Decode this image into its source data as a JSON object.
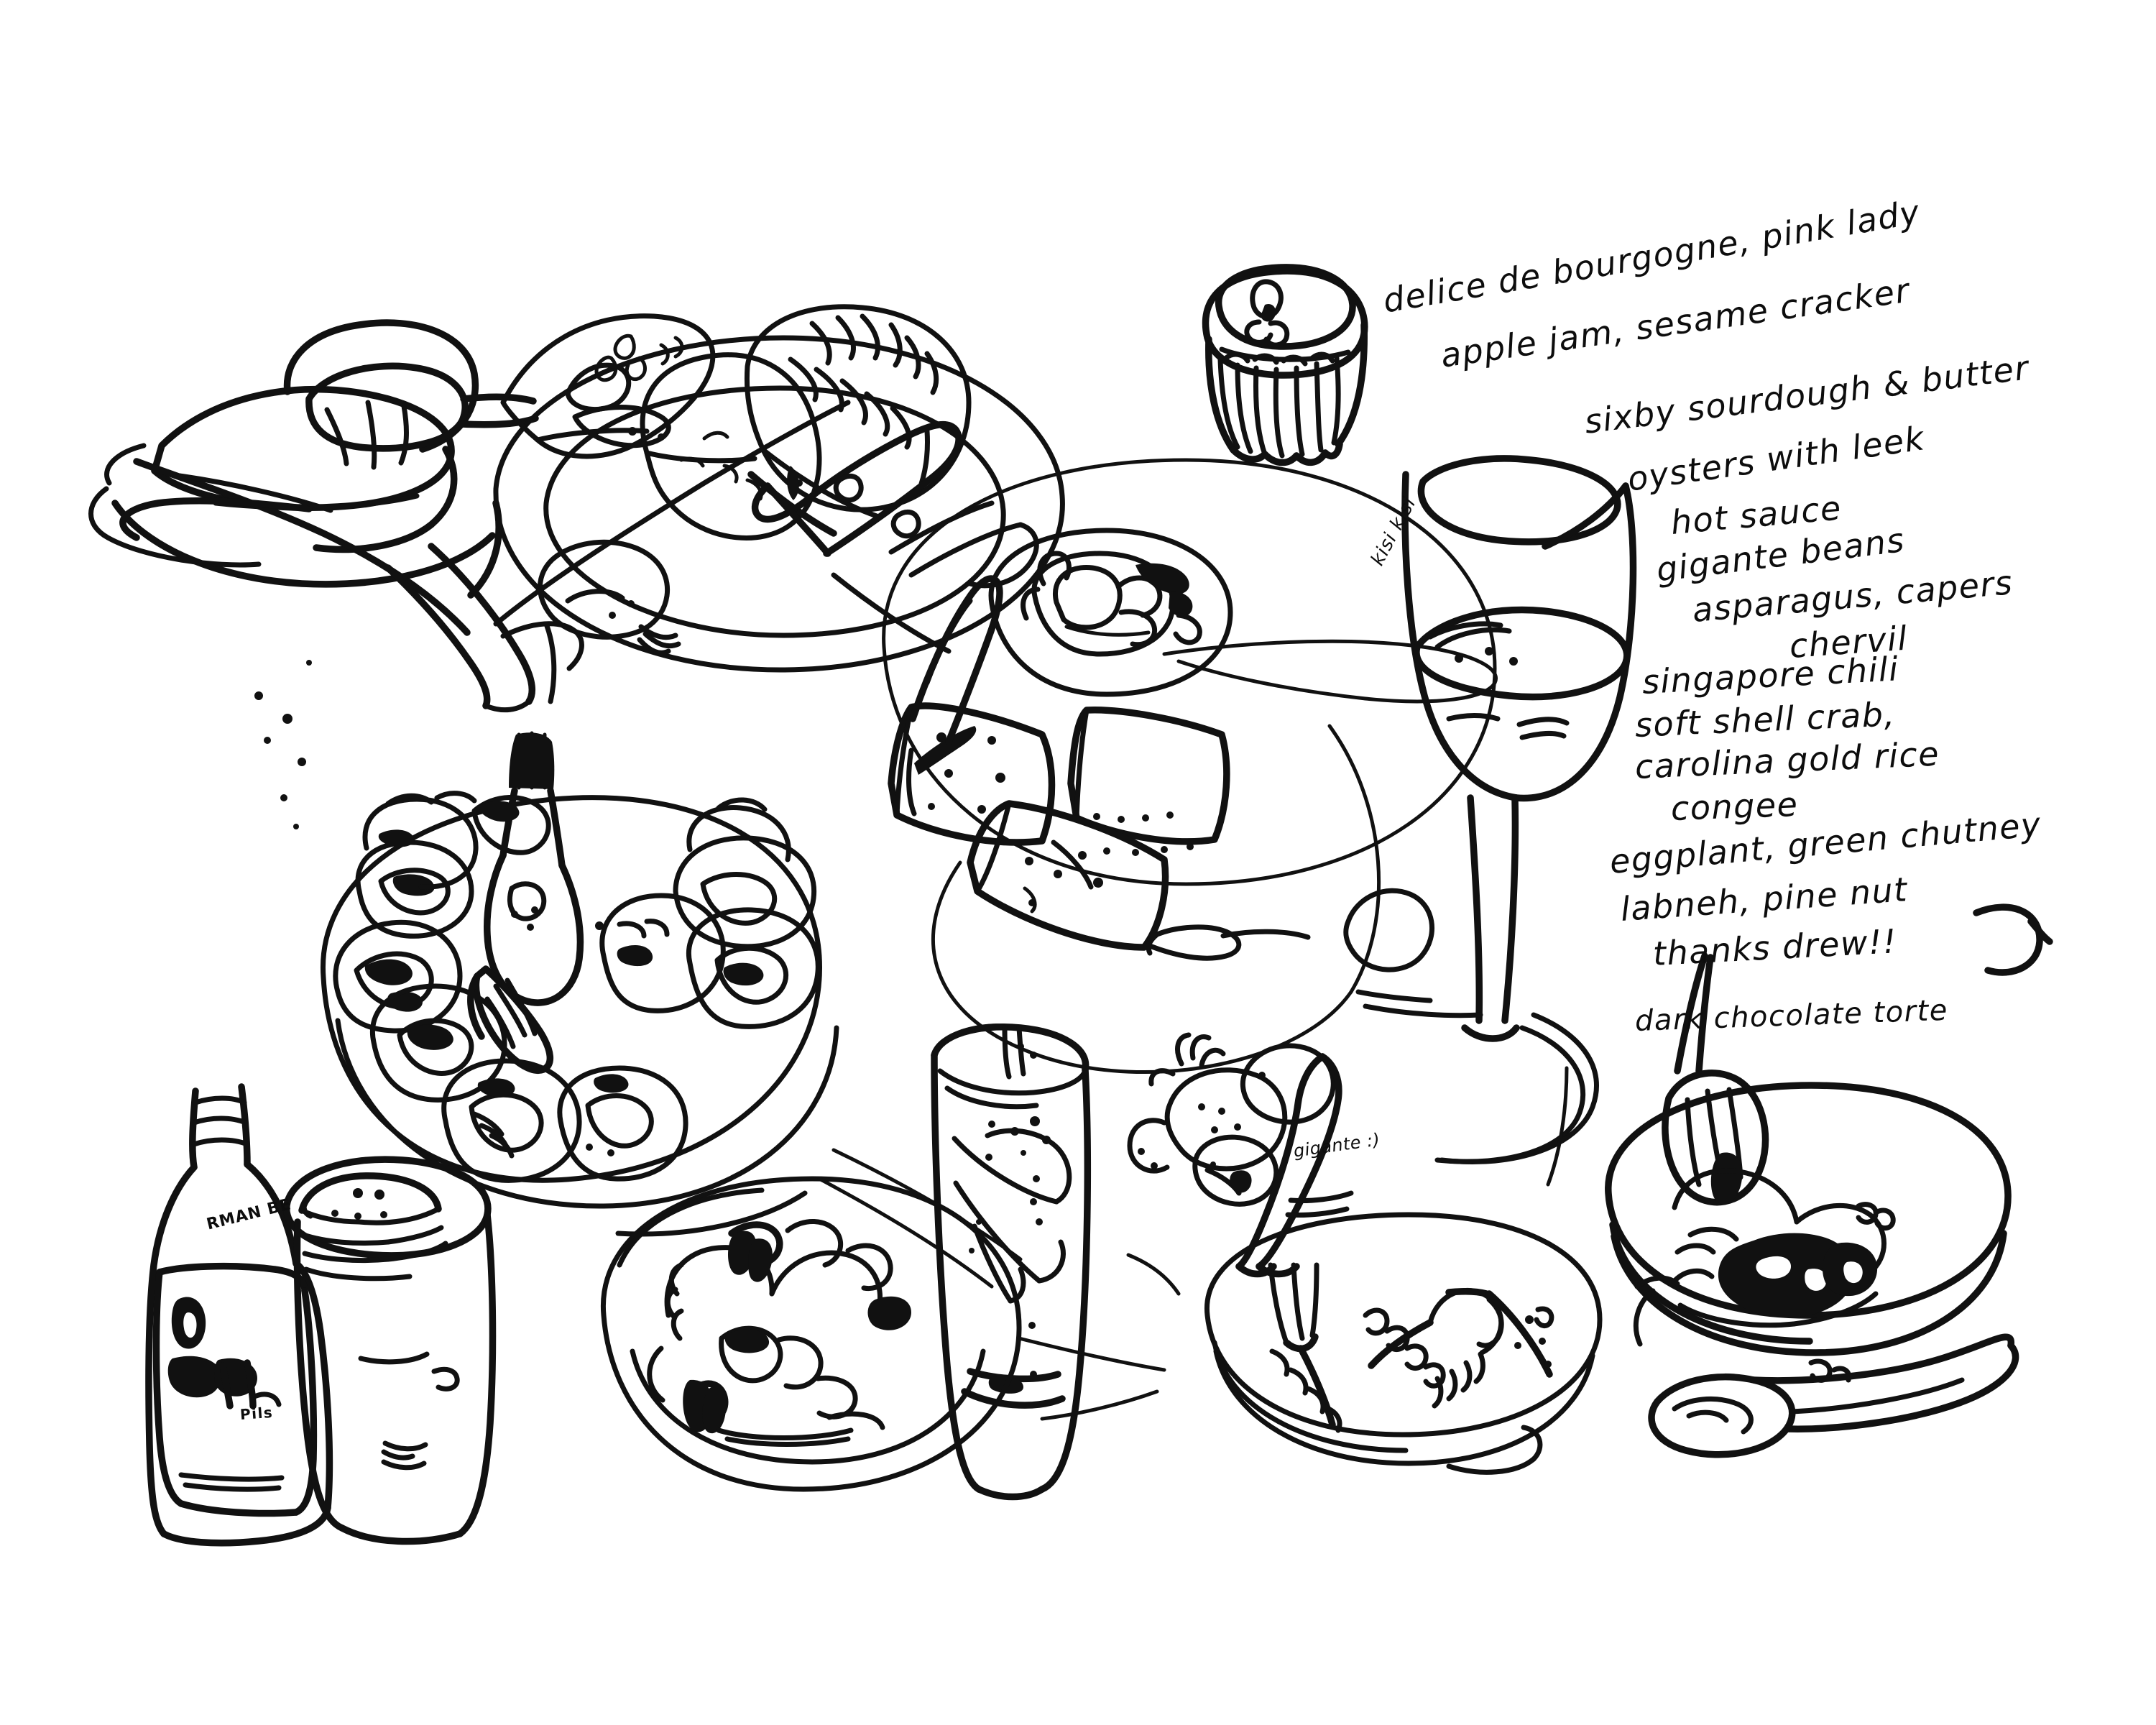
{
  "document": {
    "kind": "hand-drawn ink sketch of a tasting menu dinner",
    "background_color": "#ffffff",
    "ink_color": "#111111"
  },
  "menu": {
    "title_absent": "",
    "lines": [
      {
        "id": "line-1",
        "text": "delice de bourgogne, pink lady"
      },
      {
        "id": "line-2",
        "text": "apple jam, sesame cracker"
      },
      {
        "id": "line-3",
        "text": "sixby  sourdough & butter"
      },
      {
        "id": "line-4",
        "text": "oysters with leek"
      },
      {
        "id": "line-5",
        "text": "hot sauce"
      },
      {
        "id": "line-6",
        "text": "gigante beans"
      },
      {
        "id": "line-7",
        "text": "asparagus, capers"
      },
      {
        "id": "line-8",
        "text": "chervil"
      },
      {
        "id": "line-9",
        "text": "singapore chili"
      },
      {
        "id": "line-10",
        "text": "soft shell crab,"
      },
      {
        "id": "line-11",
        "text": "carolina gold rice"
      },
      {
        "id": "line-12",
        "text": "congee"
      },
      {
        "id": "line-13",
        "text": "eggplant, green chutney"
      },
      {
        "id": "line-14",
        "text": "labneh, pine nut"
      },
      {
        "id": "line-15",
        "text": "thanks drew!!"
      },
      {
        "id": "line-16",
        "text": "dark chocolate torte"
      }
    ]
  },
  "annotations": {
    "wine_glass_note": "kisi kisi",
    "beans_note": "gigante :)",
    "bottle_brand": "RMAN BE",
    "bottle_style": "Pils"
  },
  "scene": {
    "items": [
      {
        "id": "espresso-cup",
        "name": "espresso cup on saucer with spoon"
      },
      {
        "id": "cheese-plate",
        "name": "cheese plate with wedges, knife and apple jam"
      },
      {
        "id": "cracker-plate",
        "name": "plate of sesame crackers with small dish and knife"
      },
      {
        "id": "cupcake",
        "name": "cupcake with lit candle"
      },
      {
        "id": "wine-glass",
        "name": "large wine glass with white wine"
      },
      {
        "id": "oyster-platter",
        "name": "platter of oysters with lemon wedge and hot sauce bottle"
      },
      {
        "id": "beer-bottle",
        "name": "pilsner beer bottle"
      },
      {
        "id": "beer-glass",
        "name": "glass of beer with foam head"
      },
      {
        "id": "eggplant-plate",
        "name": "plate of eggplant with green chutney and labneh"
      },
      {
        "id": "water-tumbler",
        "name": "tall tumbler glass"
      },
      {
        "id": "gigante-plate",
        "name": "gigante beans with asparagus and capers"
      },
      {
        "id": "congee-bowl",
        "name": "congee bowl with soft shell crab and fork"
      },
      {
        "id": "torte-bowl",
        "name": "dark chocolate torte bowl with two spoons"
      }
    ]
  }
}
